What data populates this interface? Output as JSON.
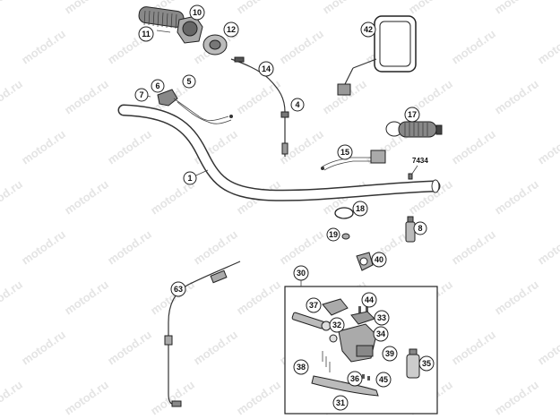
{
  "watermark": "motod.ru",
  "plain_label": "7434",
  "callouts": {
    "c1": "1",
    "c4": "4",
    "c5": "5",
    "c6": "6",
    "c7": "7",
    "c8": "8",
    "c10": "10",
    "c11": "11",
    "c12": "12",
    "c14": "14",
    "c15": "15",
    "c17": "17",
    "c18": "18",
    "c19": "19",
    "c30": "30",
    "c31": "31",
    "c32": "32",
    "c33": "33",
    "c34": "34",
    "c35": "35",
    "c36": "36",
    "c37": "37",
    "c38": "38",
    "c39": "39",
    "c40": "40",
    "c42": "42",
    "c44": "44",
    "c45": "45",
    "c63": "63"
  }
}
